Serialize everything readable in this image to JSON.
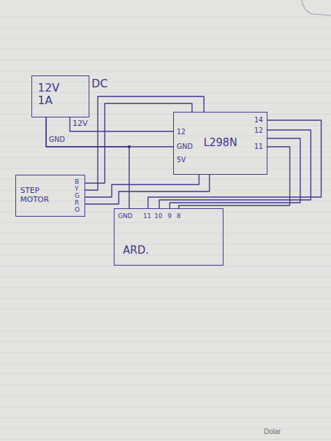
{
  "diagram": {
    "nodes": [
      {
        "text": [
          "12V 1A",
          "DC"
        ]
      },
      {
        "text": [
          "L298N"
        ]
      },
      {
        "text": [
          "STEP MOTOR"
        ]
      },
      {
        "text": [
          "ARD."
        ]
      }
    ],
    "edges": [
      {
        "from": 0,
        "to": 1,
        "arrow": "none"
      },
      {
        "from": 0,
        "to": 1,
        "arrow": "none"
      },
      {
        "from": 0,
        "to": 3,
        "arrow": "none"
      },
      {
        "from": 1,
        "to": 2,
        "arrow": "none"
      },
      {
        "from": 1,
        "to": 2,
        "arrow": "none"
      },
      {
        "from": 1,
        "to": 2,
        "arrow": "none"
      },
      {
        "from": 1,
        "to": 2,
        "arrow": "none"
      },
      {
        "from": 1,
        "to": 3,
        "arrow": "none"
      },
      {
        "from": 1,
        "to": 3,
        "arrow": "none"
      },
      {
        "from": 1,
        "to": 3,
        "arrow": "none"
      },
      {
        "from": 1,
        "to": 3,
        "arrow": "none"
      }
    ],
    "labels": [
      "12V",
      "GND",
      "12",
      "GND",
      "5V",
      "14",
      "12",
      "11",
      "B",
      "Y",
      "G",
      "R",
      "O",
      "GND",
      "11",
      "10",
      "9",
      "8",
      "Dolar"
    ]
  }
}
